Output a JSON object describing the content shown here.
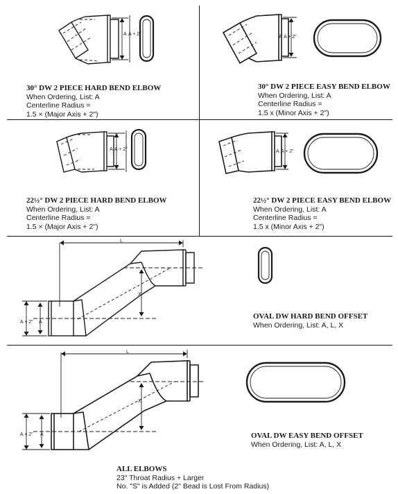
{
  "sections": {
    "elbow_30_hard": {
      "title": "30° DW 2 PIECE HARD BEND ELBOW",
      "ordering": "When Ordering, List: A",
      "radius_label": "Centerline Radius =",
      "formula": "1.5 × (Major Axis + 2\")",
      "dim_a": "A",
      "dim_a2": "A + 2\""
    },
    "elbow_30_easy": {
      "title": "30° DW 2 PIECE EASY BEND ELBOW",
      "ordering": "When Ordering, List: A",
      "radius_label": "Centerline Radius =",
      "formula": "1.5 x (Minor Axis + 2\")",
      "dim_a": "A",
      "dim_a2": "A + 2\""
    },
    "elbow_22_hard": {
      "title": "22½° DW 2 PIECE HARD BEND ELBOW",
      "ordering": "When Ordering, List: A",
      "radius_label": "Centerline Radius =",
      "formula": "1.5 × (Major Axis + 2\")",
      "dim_a": "A",
      "dim_a2": "A + 2\""
    },
    "elbow_22_easy": {
      "title": "22½° DW 2 PIECE EASY BEND ELBOW",
      "ordering": "When Ordering, List: A",
      "radius_label": "Centerline Radius =",
      "formula": "1.5 x (Minor Axis + 2\")",
      "dim_a": "A",
      "dim_a2": "A + 2\""
    },
    "offset_hard": {
      "title": "OVAL DW HARD BEND OFFSET",
      "ordering": "When Ordering, List: A, L, X",
      "dim_l": "L",
      "dim_x": "X",
      "dim_a": "A",
      "dim_a2": "A + 2\""
    },
    "offset_easy": {
      "title": "OVAL DW EASY BEND OFFSET",
      "ordering": "When Ordering, List: A, L, X",
      "dim_l": "L",
      "dim_x": "X",
      "dim_a": "A",
      "dim_a2": "A + 2\""
    }
  },
  "footer": {
    "title": "ALL ELBOWS",
    "line1": "23\" Throat Radius + Larger",
    "line2": "No. \"S\" is Added (2\" Bead is Lost From Radius)"
  }
}
